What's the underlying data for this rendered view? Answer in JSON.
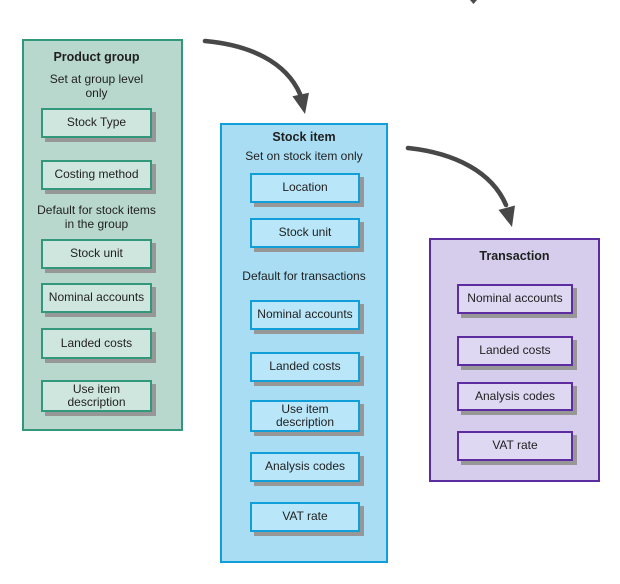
{
  "product_group": {
    "title": "Product group",
    "section1_label": "Set at group level\nonly",
    "section2_label": "Default for stock items\nin the group",
    "boxes": [
      "Stock Type",
      "Costing method",
      "Stock unit",
      "Nominal accounts",
      "Landed costs",
      "Use item\ndescription"
    ]
  },
  "stock_item": {
    "title": "Stock item",
    "section1_label": "Set on stock item only",
    "section2_label": "Default for transactions",
    "boxes": [
      "Location",
      "Stock unit",
      "Nominal accounts",
      "Landed costs",
      "Use item\ndescription",
      "Analysis codes",
      "VAT rate"
    ]
  },
  "transaction": {
    "title": "Transaction",
    "boxes": [
      "Nominal accounts",
      "Landed costs",
      "Analysis codes",
      "VAT rate"
    ]
  },
  "icons": {
    "arrow_product_to_stock": "curved-arrow-down-right",
    "arrow_stock_to_transaction": "curved-arrow-down-right"
  },
  "colors": {
    "product_border": "#33987b",
    "product_bg": "#b9d8cd",
    "product_box_bg": "#cfe6de",
    "stock_border": "#109fd9",
    "stock_bg": "#a8ddf4",
    "stock_box_bg": "#b9e6f8",
    "transaction_border": "#5e2ca1",
    "transaction_bg": "#d5cdeb",
    "transaction_box_bg": "#ded8f2",
    "arrow": "#484848",
    "shadow": "#979797"
  }
}
